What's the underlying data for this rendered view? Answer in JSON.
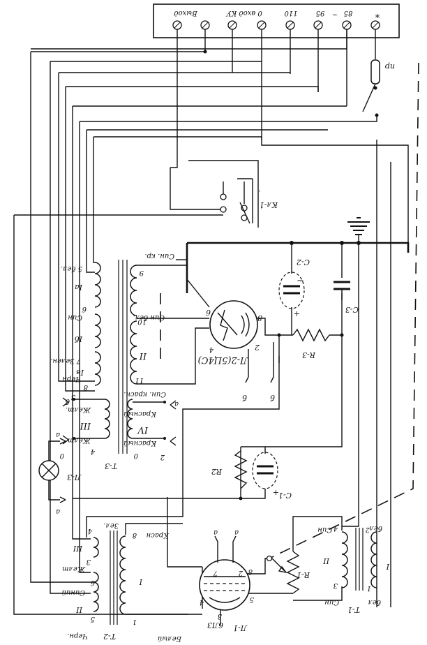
{
  "terminal_strip": {
    "labels": [
      "Выход",
      "0 вход КУ",
      "110",
      "95",
      "85",
      "*"
    ],
    "tilde": "~"
  },
  "labels": {
    "fuse": "пр",
    "relay": "Кл-1",
    "relay_dot": "·",
    "tube2": "Л-2(5Ц4С)",
    "tube2_pin2": "2",
    "tube2_pin4": "4",
    "tube2_pin6": "6",
    "tube2_pin8": "8",
    "tube2_out_left": "б",
    "tube2_out_right": "б",
    "cap2": "С-2",
    "cap3": "С-3",
    "res3": "R-3",
    "res2": "R2",
    "cap1": "С-1",
    "lamp": "Л-3",
    "lamp_a_top": "а",
    "lamp_a_bottom": "а",
    "lamp_b": "б",
    "t3": "Т-3",
    "t3_w5": "5 бел.",
    "t3_ia": "Iа",
    "t3_6": "6",
    "t3_sin": "Син",
    "t3_ib": "Iб",
    "t3_7": "7 Зелен.",
    "t3_iv": "Iв",
    "t3_cherp": "Черн",
    "t3_8": "8",
    "t3_9": "9",
    "t3_sin_kr": "Син. кр.",
    "t3_sin_bel": "Син бел.",
    "t3_10": "10",
    "t3_II": "II",
    "t3_11": "11",
    "t3_sin_krasn": "Син. красн.",
    "t3_zhelt_top": "Желт.",
    "t3_3": "3",
    "t3_III": "III",
    "t3_zhelt_bottom": "Желт",
    "t3_4": "4",
    "t3_0_left": "0",
    "t3_krasny_top": "Красный",
    "t3_IV": "IV",
    "t3_krasny_bottom": "Красный",
    "t3_a": "а",
    "t3_0_right": "0",
    "t3_2": "2",
    "t2": "Т-2",
    "t2_zel": "Зел.",
    "t2_krasn": "Красн",
    "t2_4": "4",
    "t2_III": "III",
    "t2_3": "3",
    "t2_zhelt": "Желт",
    "t2_8": "8",
    "t2_I": "I",
    "t2_6": "6",
    "t2_sinii": "Синий",
    "t2_II": "II",
    "t2_5": "5",
    "t2_cherp": "Черн.",
    "t2_1": "1",
    "t2_bely": "Белый",
    "tube1": "Л-1",
    "tube1_type": "6Л3",
    "tube1_pin3": "3",
    "tube1_pin4": "4",
    "tube1_pin5": "5",
    "tube1_pin7": "7",
    "tube1_pin2": "2",
    "tube1_pin8": "8",
    "tube1_a_left": "а",
    "tube1_a_right": "а",
    "t1": "Т-1",
    "t1_sin_top": "Син",
    "t1_4": "4",
    "t1_II": "II",
    "t1_3": "3",
    "t1_sin_bottom": "Син",
    "t1_bel_top": "бел",
    "t1_2": "2",
    "t1_I": "I",
    "t1_1": "1",
    "t1_bel_bottom": "бел",
    "r1": "R-1",
    "cap1_plus": "+",
    "cap2_plus": "+",
    "cap2_minus": "−"
  },
  "colors": {
    "ink": "#111111",
    "paper": "#ffffff"
  }
}
